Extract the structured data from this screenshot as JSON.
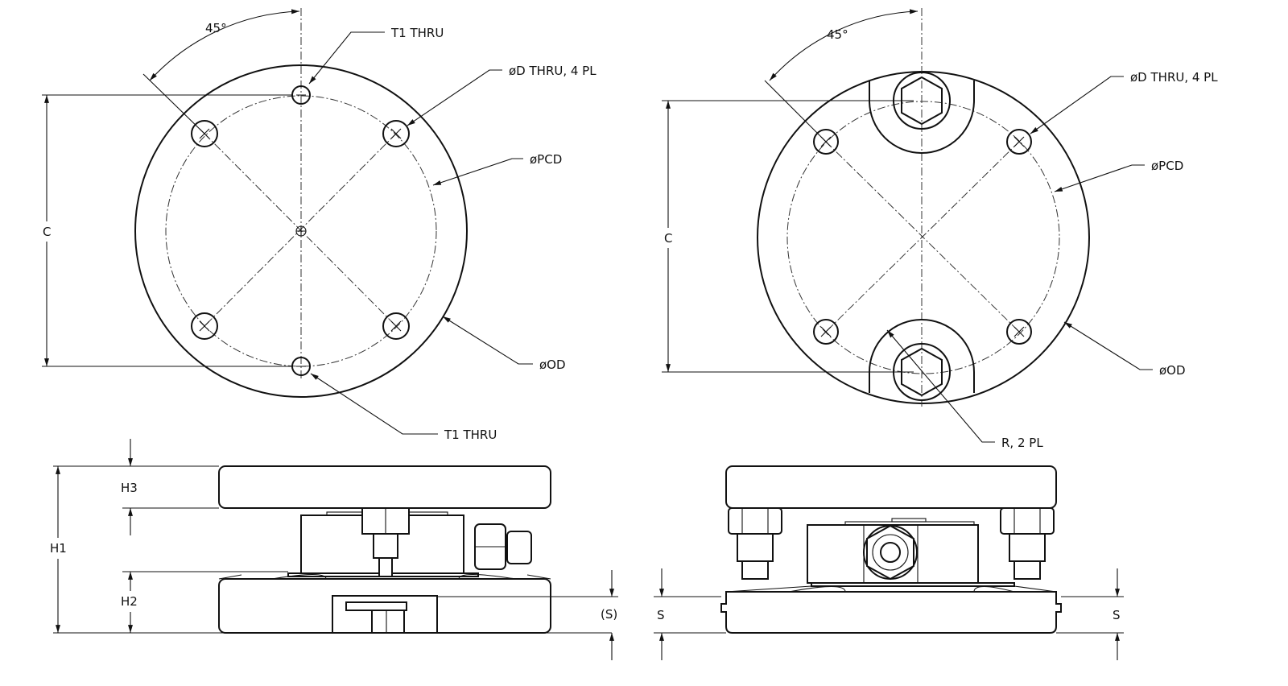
{
  "left_top_view": {
    "angle": "45°",
    "t1_top": "T1  THRU",
    "hole_label": "øD  THRU,  4  PL",
    "pcd": "øPCD",
    "od": "øOD",
    "t1_bottom": "T1  THRU",
    "dim_c": "C"
  },
  "right_top_view": {
    "angle": "45°",
    "hole_label": "øD  THRU,  4  PL",
    "pcd": "øPCD",
    "od": "øOD",
    "radius": "R,  2  PL",
    "dim_c": "C"
  },
  "left_side_view": {
    "h1": "H1",
    "h2": "H2",
    "h3": "H3",
    "s": "(S)"
  },
  "right_side_view": {
    "s_left": "S",
    "s_right": "S"
  }
}
